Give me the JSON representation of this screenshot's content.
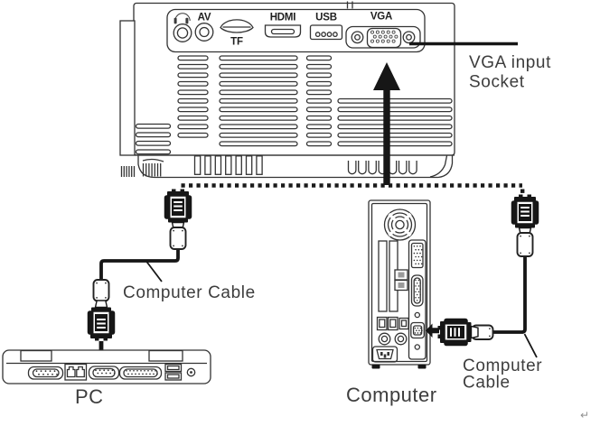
{
  "colors": {
    "background": "#ffffff",
    "line": "#333333",
    "dark_fill": "#161616",
    "text": "#3d3d3d"
  },
  "projector": {
    "ports": [
      {
        "name": "audio-jack",
        "label": ""
      },
      {
        "name": "av-jack",
        "label": "AV"
      },
      {
        "name": "tf-card-slot",
        "label": "TF"
      },
      {
        "name": "hdmi-port",
        "label": "HDMI"
      },
      {
        "name": "usb-port",
        "label": "USB"
      },
      {
        "name": "vga-port",
        "label": "VGA"
      }
    ]
  },
  "annotations": {
    "vga_socket_line1": "VGA input",
    "vga_socket_line2": "Socket",
    "computer_cable_left": "Computer Cable",
    "computer_cable_right_line1": "Computer",
    "computer_cable_right_line2": "Cable",
    "pc_label": "PC",
    "computer_label": "Computer",
    "paragraph_mark": "↵"
  }
}
